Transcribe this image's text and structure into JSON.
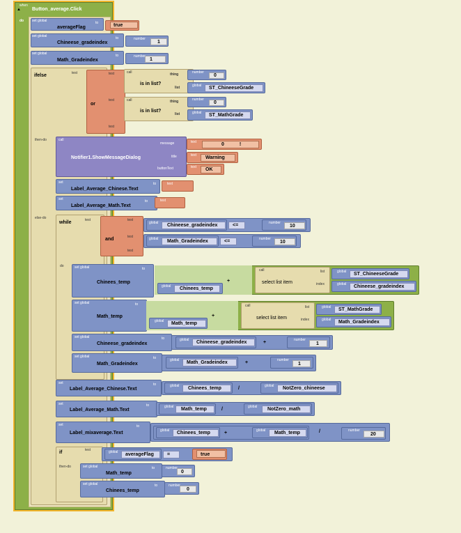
{
  "event": {
    "when": "when",
    "name": "Button_average.Click",
    "do": "do"
  },
  "common": {
    "set_global": "set global",
    "set": "set",
    "to": "to",
    "global": "global",
    "number": "number",
    "text": "text",
    "call": "call",
    "test": "test",
    "thing": "thing",
    "list": "list",
    "index": "index"
  },
  "init": [
    {
      "var": "averageFlag",
      "value": "true"
    },
    {
      "var": "Chineese_gradeindex",
      "value": "1"
    },
    {
      "var": "Math_Gradeindex",
      "value": "1"
    }
  ],
  "ifelse": {
    "label": "ifelse",
    "or": "or",
    "is_in_list": "is in list?",
    "cond1": {
      "thing": "0",
      "list": "ST_ChineeseGrade"
    },
    "cond2": {
      "thing": "0",
      "list": "ST_MathGrade"
    },
    "then_do": "then-do",
    "else_do": "else-do"
  },
  "notifier": {
    "name": "Notifier1.ShowMessageDialog",
    "message_label": "message",
    "title_label": "title",
    "button_label": "buttonText",
    "message": "0 !",
    "title": "Warning",
    "button": "OK"
  },
  "then_sets": [
    {
      "prop": "Label_Average_Chinese.Text"
    },
    {
      "prop": "Label_Average_Math.Text"
    }
  ],
  "while": {
    "label": "while",
    "and": "and",
    "cmp1": {
      "var": "Chineese_gradeindex",
      "op": "<=",
      "value": "10"
    },
    "cmp2": {
      "var": "Math_Gradeindex",
      "op": "<=",
      "value": "10"
    },
    "do": "do",
    "select_list_item": "select list item",
    "s1": {
      "target": "Chinees_temp",
      "add_var": "Chinees_temp",
      "plus": "+",
      "list": "ST_ChineeseGrade",
      "index": "Chineese_gradeindex"
    },
    "s2": {
      "target": "Math_temp",
      "add_var": "Math_temp",
      "plus": "+",
      "list": "ST_MathGrade",
      "index": "Math_Gradeindex"
    },
    "s3": {
      "target": "Chineese_gradeindex",
      "var": "Chineese_gradeindex",
      "plus": "+",
      "value": "1"
    },
    "s4": {
      "target": "Math_Gradeindex",
      "var": "Math_Gradeindex",
      "plus": "+",
      "value": "1"
    }
  },
  "avg": [
    {
      "prop": "Label_Average_Chinese.Text",
      "a": "Chinees_temp",
      "op": "/",
      "b": "NotZero_chineese"
    },
    {
      "prop": "Label_Average_Math.Text",
      "a": "Math_temp",
      "op": "/",
      "b": "NotZero_math"
    }
  ],
  "mix": {
    "prop": "Label_mixaverage.Text",
    "a": "Chinees_temp",
    "plus": "+",
    "b": "Math_temp",
    "op": "/",
    "value": "20"
  },
  "if_block": {
    "label": "if",
    "test_var": "averageFlag",
    "eq": "=",
    "value": "true",
    "then_do": "then-do",
    "sets": [
      {
        "var": "Math_temp",
        "value": "0"
      },
      {
        "var": "Chinees_temp",
        "value": "0"
      }
    ]
  }
}
